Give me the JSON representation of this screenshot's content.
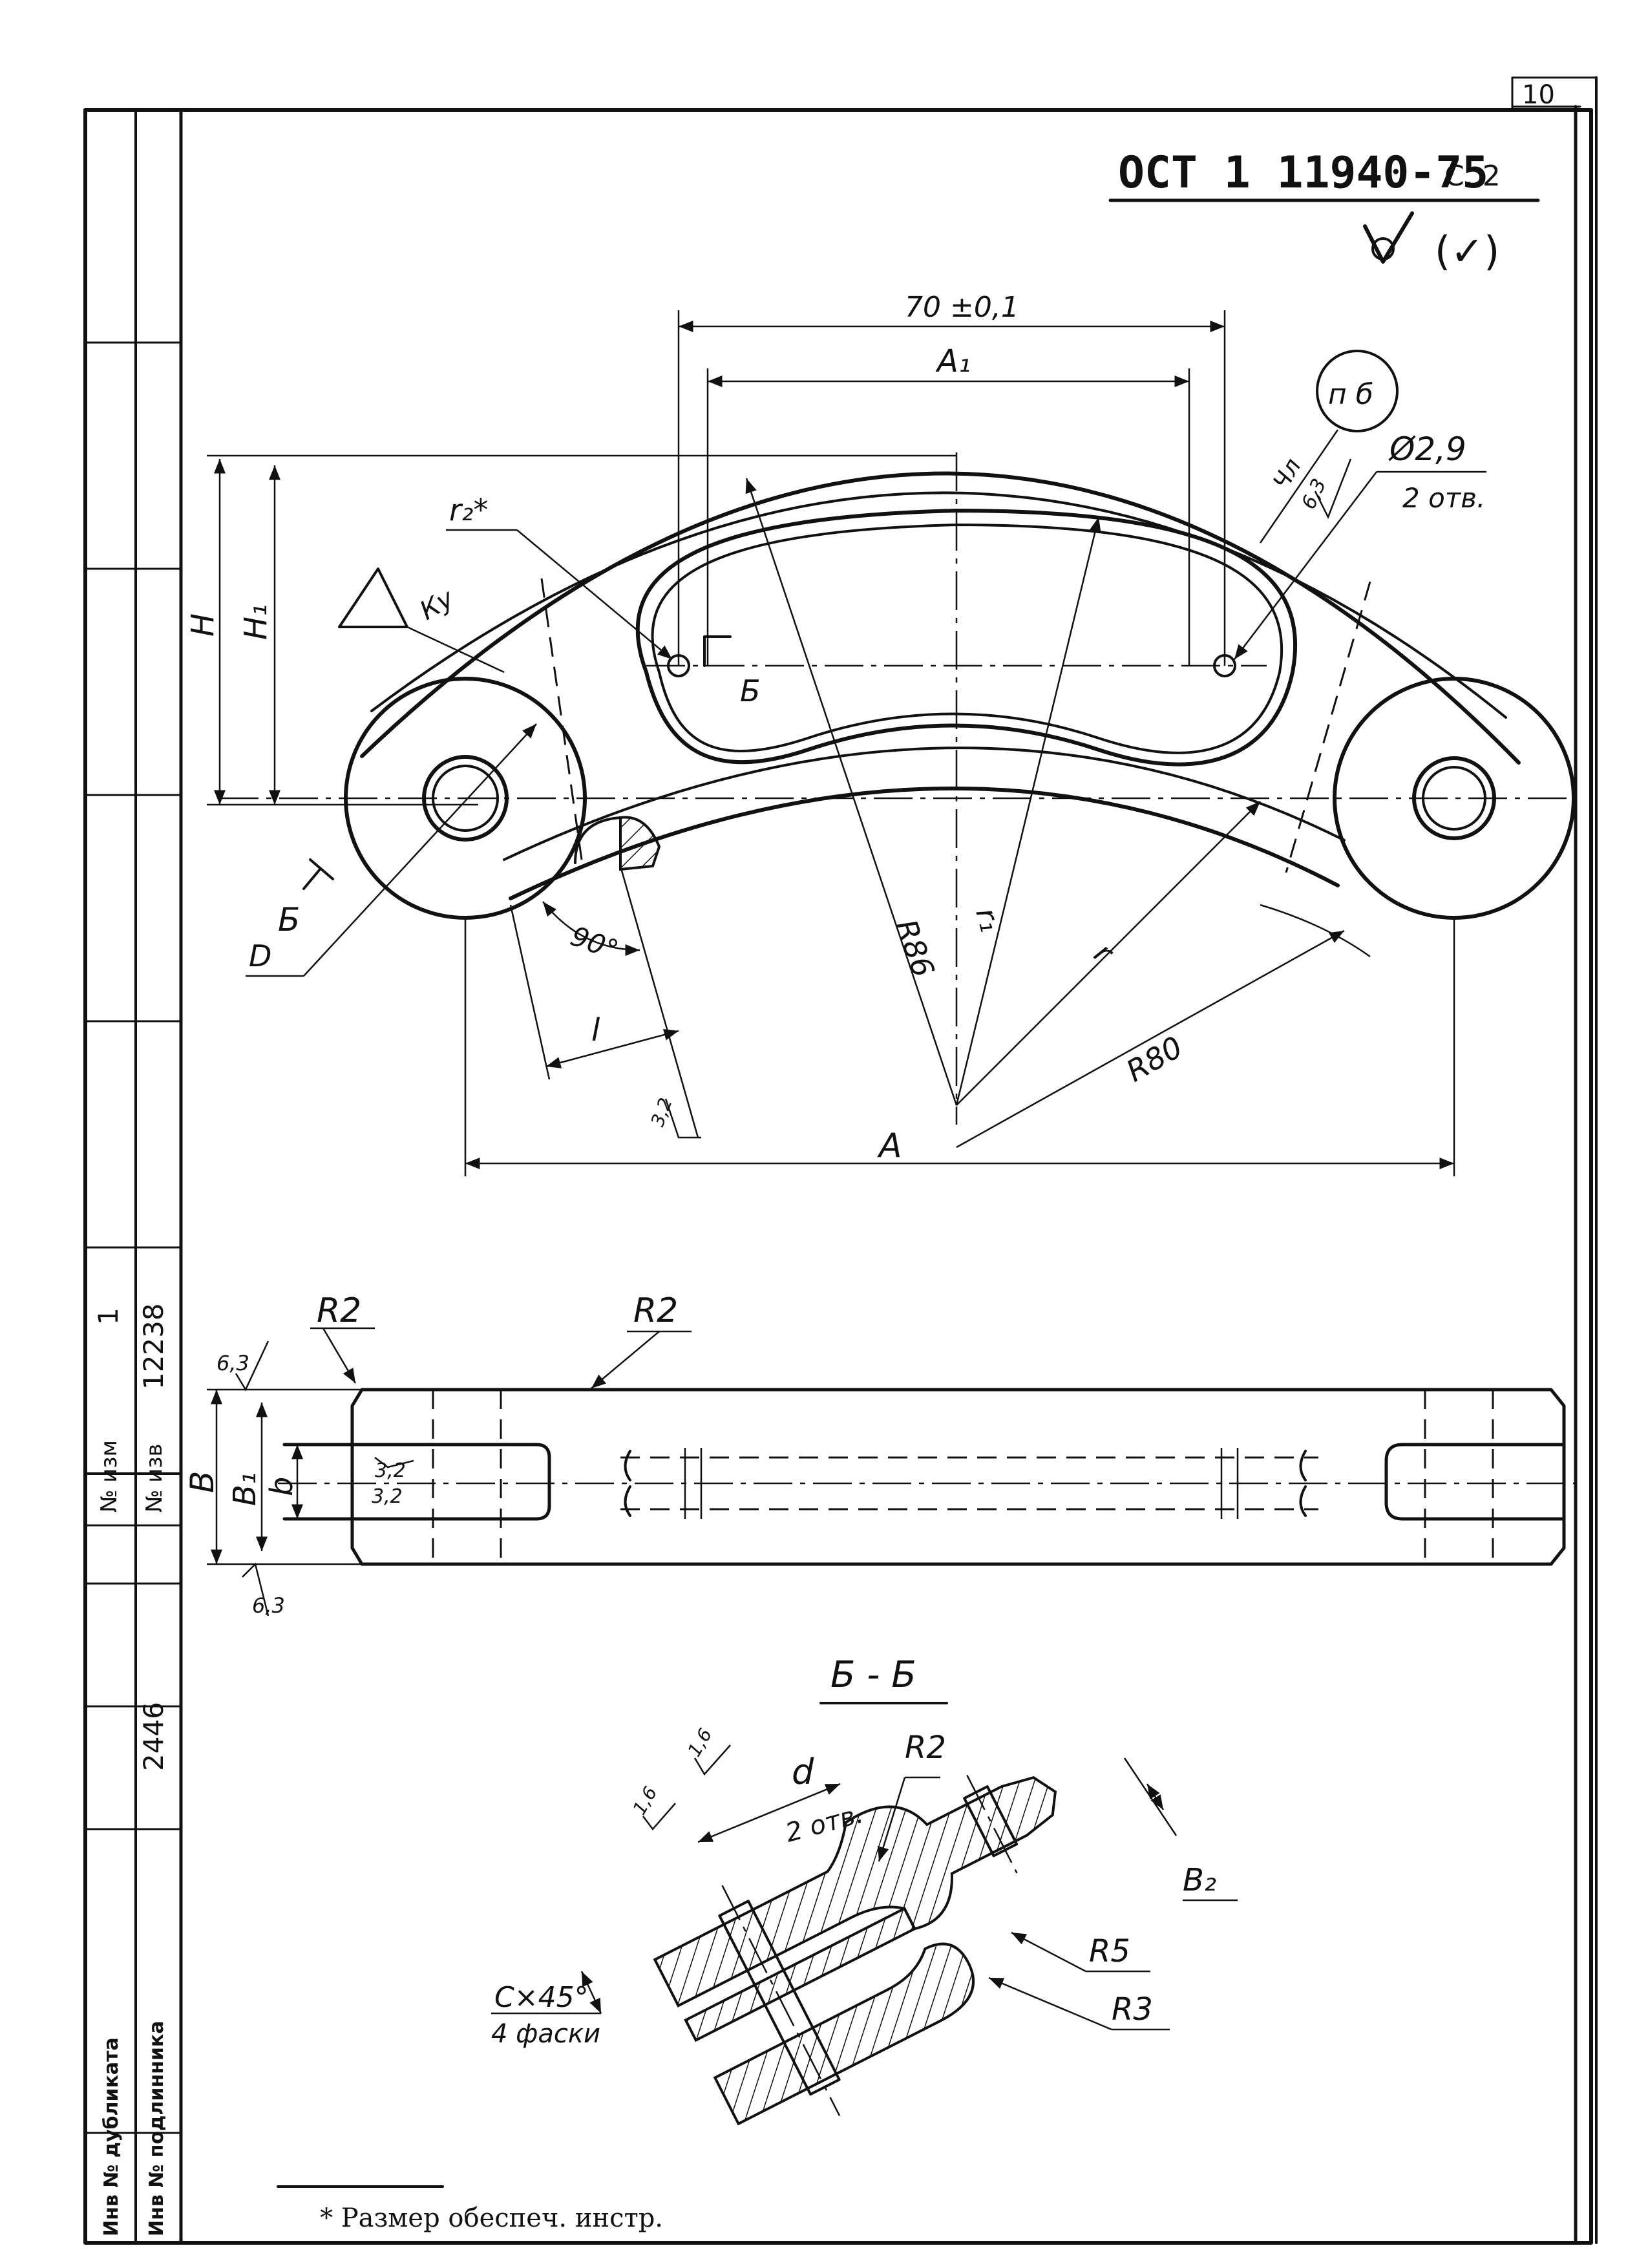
{
  "sheet": {
    "page_number": "10",
    "standard_code": "ОСТ 1 11940-75",
    "sheet_ref": "С. 2",
    "roughness_general": "(✓)"
  },
  "side_stamp": {
    "izm_label": "№ изм",
    "izm_value": "1",
    "izv_label": "№ изв",
    "izv_value": "12238",
    "inv_dublikata_label": "Инв № дубликата",
    "inv_podlinnika_label": "Инв № подлинника",
    "inv_podlinnika_value": "2446"
  },
  "top_view": {
    "dim_70": "70 ±0,1",
    "dim_A1": "A₁",
    "dim_H": "H",
    "dim_H1": "H₁",
    "dim_r2": "r₂*",
    "marking_symbol": "п б",
    "marking_area": "Чл",
    "roughness_63_hole": "6,3",
    "hole_dim": "Ø2,9",
    "hole_count": "2 отв.",
    "marking_ku": "Ку",
    "section_mark_left": "Б",
    "section_mark_inner": "Б",
    "dim_D": "D",
    "angle_90": "90°",
    "dim_l": "l",
    "roughness_32": "3,2",
    "dim_R86": "R86",
    "dim_r1": "r₁",
    "dim_r": "r",
    "dim_R80": "R80",
    "dim_A": "A"
  },
  "side_view": {
    "r2_left": "R2",
    "r2_right": "R2",
    "roughness_63_top": "6,3",
    "roughness_63_bottom": "6,3",
    "dim_B": "B",
    "dim_B1": "B₁",
    "dim_b": "b",
    "roughness_32a": "3,2",
    "roughness_32b": "3,2"
  },
  "section_view": {
    "title": "Б - Б",
    "roughness_16a": "1,6",
    "roughness_16b": "1,6",
    "dim_d": "d",
    "hole_count": "2 отв.",
    "r2": "R2",
    "dim_B2": "B₂",
    "r5": "R5",
    "r3": "R3",
    "chamfer": "C×45°",
    "chamfer_count": "4 фаски"
  },
  "footnote": {
    "text": "* Размер обеспеч. инстр."
  }
}
